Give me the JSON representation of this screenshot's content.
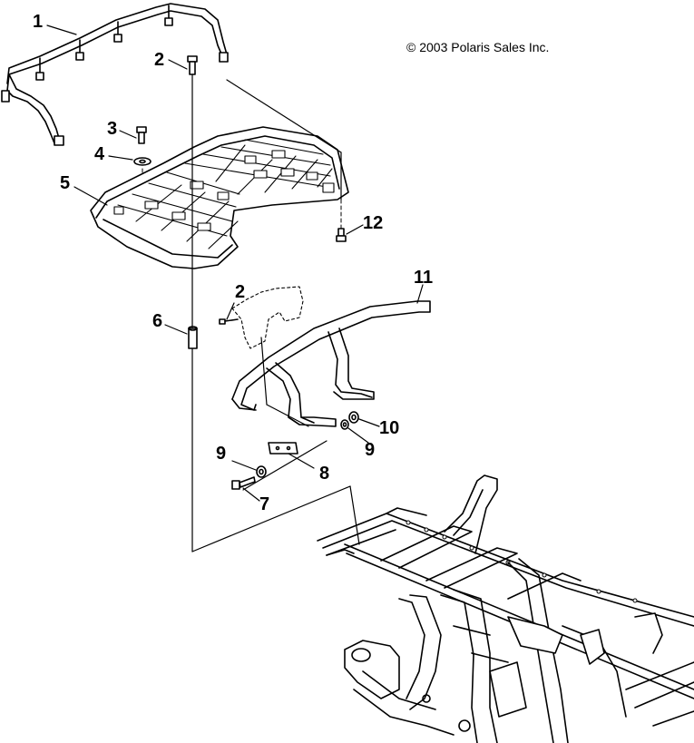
{
  "copyright": "© 2003 Polaris Sales Inc.",
  "callouts": {
    "c1": "1",
    "c2a": "2",
    "c3": "3",
    "c4": "4",
    "c5": "5",
    "c12": "12",
    "c2b": "2",
    "c11": "11",
    "c6": "6",
    "c10": "10",
    "c9a": "9",
    "c9b": "9",
    "c8": "8",
    "c7": "7"
  },
  "parts": [
    {
      "label": "1",
      "part": "rear rack rail"
    },
    {
      "label": "2",
      "part": "bolt"
    },
    {
      "label": "3",
      "part": "bolt"
    },
    {
      "label": "4",
      "part": "washer"
    },
    {
      "label": "5",
      "part": "rear rack"
    },
    {
      "label": "6",
      "part": "spacer"
    },
    {
      "label": "7",
      "part": "bolt"
    },
    {
      "label": "8",
      "part": "plate"
    },
    {
      "label": "9",
      "part": "washer"
    },
    {
      "label": "10",
      "part": "washer"
    },
    {
      "label": "11",
      "part": "rack support"
    },
    {
      "label": "12",
      "part": "bolt"
    }
  ]
}
